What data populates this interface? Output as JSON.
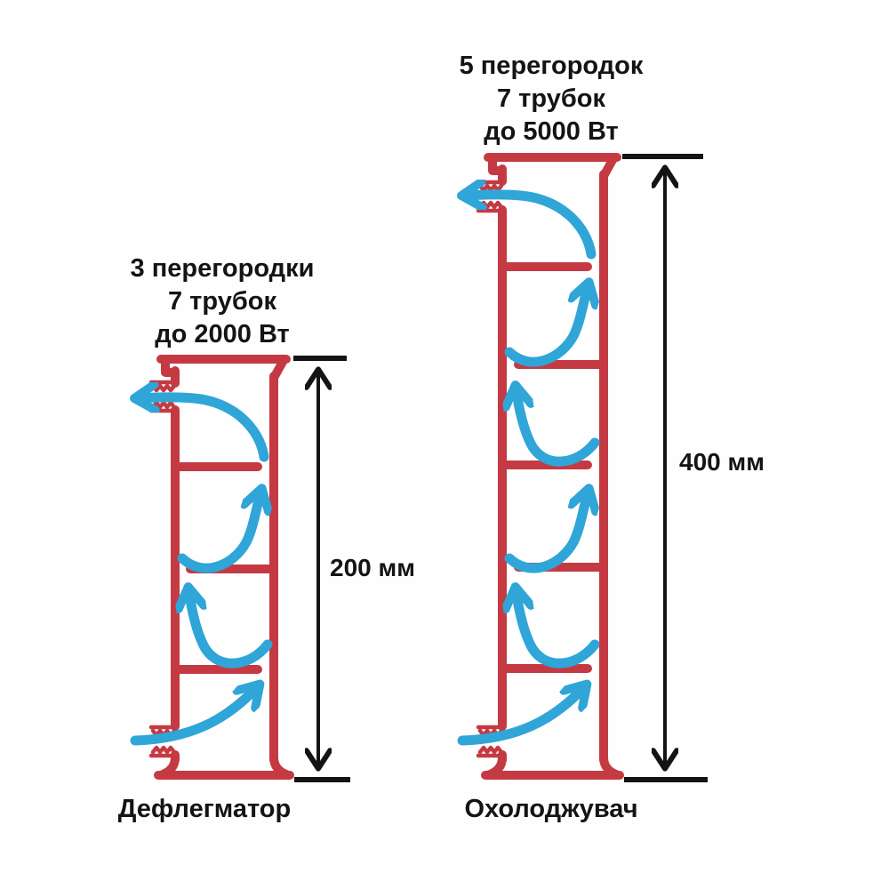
{
  "colors": {
    "red": "#c53a42",
    "blue": "#2fa5d8",
    "ink": "#141414",
    "bg": "#fefefe"
  },
  "left_unit": {
    "spec_line1": "3 перегородки",
    "spec_line2": "7 трубок",
    "spec_line3": "до 2000 Вт",
    "height_label": "200 мм",
    "caption": "Дефлегматор"
  },
  "right_unit": {
    "spec_line1": "5 перегородок",
    "spec_line2": "7 трубок",
    "spec_line3": "до 5000 Вт",
    "height_label": "400 мм",
    "caption": "Охолоджувач"
  }
}
